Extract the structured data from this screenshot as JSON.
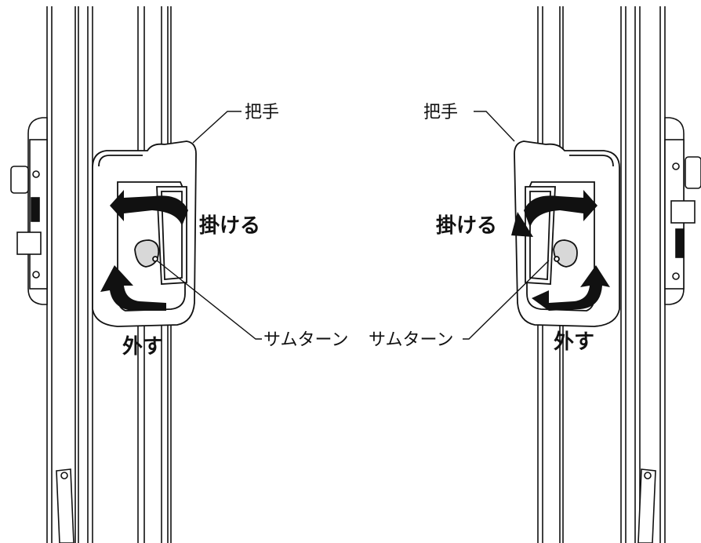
{
  "labels": {
    "handle_left": "把手",
    "handle_right": "把手",
    "lock_left": "掛ける",
    "lock_right": "掛ける",
    "unlock_left": "外す",
    "unlock_right": "外す",
    "thumbturn_left": "サムターン",
    "thumbturn_right": "サムターン"
  }
}
